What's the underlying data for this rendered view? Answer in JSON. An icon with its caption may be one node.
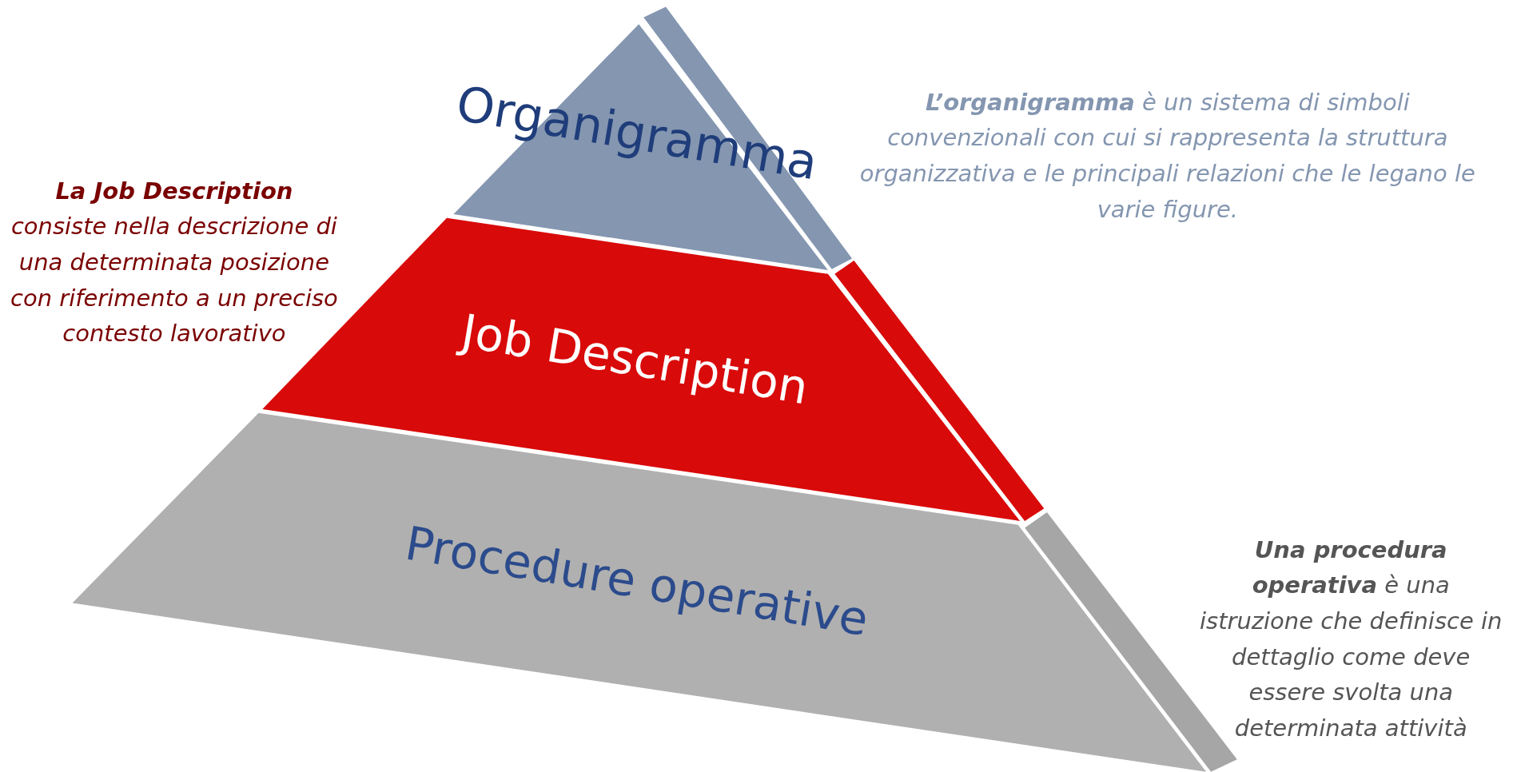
{
  "diagram": {
    "nodes": [
      {
        "text": [
          "Organigramma"
        ],
        "beside": [
          "**L’organigramma** è un sistema di simboli convenzionali con cui si rappresenta la struttura organizzativa e le principali relazioni che le legano le varie figure."
        ]
      },
      {
        "text": [
          "Job Description"
        ],
        "beside": [
          "**La Job Description** consiste nella descrizione di una determinata posizione con riferimento a un preciso contesto lavorativo"
        ]
      },
      {
        "text": [
          "Procedure operative"
        ],
        "beside": [
          "**Una procedura operativa** è una istruzione che definisce in dettaglio come deve essere svolta una determinata attività"
        ]
      }
    ]
  }
}
